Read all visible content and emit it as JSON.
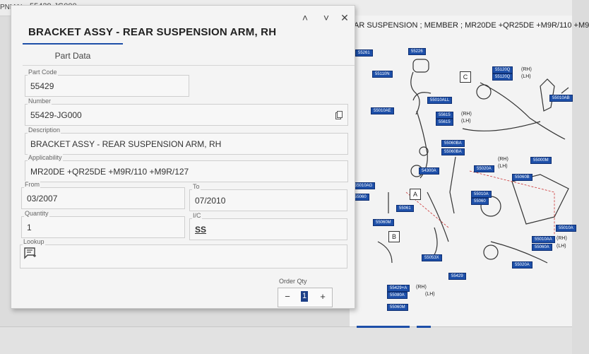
{
  "topbar": {
    "left_text": "PNMAI",
    "part_number": "55429-JG000"
  },
  "diagram": {
    "title": "AR SUSPENSION ; MEMBER ; MR20DE +QR25DE +M9R/110 +M9",
    "tags": [
      "55261",
      "55226",
      "55110N",
      "55120Q",
      "55120Q",
      "55010AE",
      "55010ALL",
      "55010AB",
      "55615",
      "55615",
      "55060BA",
      "55060BA",
      "55020A",
      "55000M",
      "54300A",
      "55060B",
      "55010AG",
      "55060",
      "55061",
      "55060M",
      "55010A",
      "55010AA",
      "55060A",
      "55053X",
      "55020A",
      "55429",
      "55429+A",
      "55080A",
      "55060M",
      "55010A",
      "55060"
    ],
    "side_labels": [
      "(RH)",
      "(LH)",
      "(RH)",
      "(LH)",
      "(RH)",
      "(LH)",
      "(RH)",
      "(LH)",
      "(RH)",
      "(LH)"
    ],
    "letters": [
      "C",
      "A",
      "B"
    ]
  },
  "panel": {
    "title": "BRACKET ASSY - REAR SUSPENSION ARM, RH",
    "tab_label": "Part Data",
    "fields": {
      "part_code": {
        "label": "Part Code",
        "value": "55429"
      },
      "number": {
        "label": "Number",
        "value": "55429-JG000"
      },
      "description": {
        "label": "Description",
        "value": "BRACKET ASSY - REAR SUSPENSION ARM, RH"
      },
      "applicability": {
        "label": "Applicability",
        "value": "MR20DE +QR25DE +M9R/110 +M9R/127"
      },
      "from": {
        "label": "From",
        "value": "03/2007"
      },
      "to": {
        "label": "To",
        "value": "07/2010"
      },
      "quantity": {
        "label": "Quantity",
        "value": "1"
      },
      "ic": {
        "label": "I/C",
        "value": "SS"
      },
      "lookup": {
        "label": "Lookup"
      }
    },
    "order_qty": {
      "label": "Order Qty",
      "value": "1",
      "minus": "−",
      "plus": "+"
    },
    "window_buttons": {
      "up": "˄",
      "down": "˅",
      "close": "✕"
    }
  },
  "colors": {
    "accent": "#1d4fa8",
    "panel_bg": "#f4f4f4",
    "tag_bg": "#1d4fa8"
  },
  "icons": [
    "chevron-up-icon",
    "chevron-down-icon",
    "close-icon",
    "copy-icon",
    "lookup-list-icon"
  ]
}
